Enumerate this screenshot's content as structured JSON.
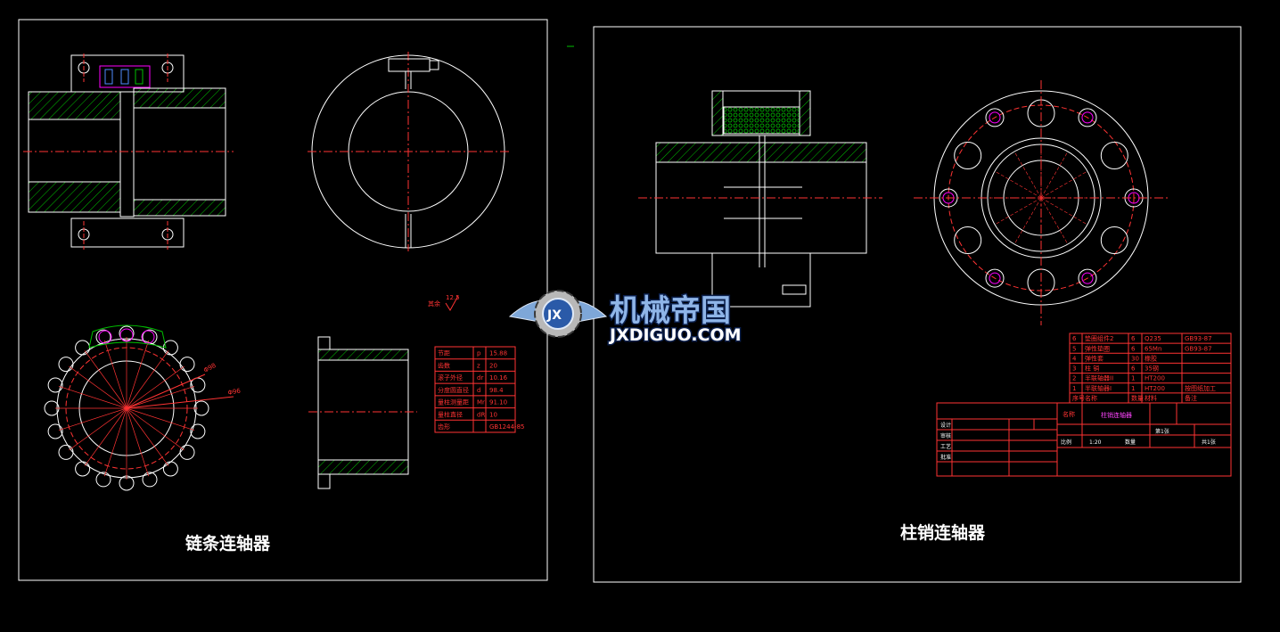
{
  "left_sheet": {
    "title": "链条连轴器",
    "roughness_note": "其余",
    "roughness_value": "12.5",
    "dim_1": "Φ98",
    "dim_2": "Φ96",
    "param_table": {
      "rows": [
        {
          "name": "节距",
          "symbol": "p",
          "value": "15.88"
        },
        {
          "name": "齿数",
          "symbol": "z",
          "value": "20"
        },
        {
          "name": "滚子外径",
          "symbol": "dr",
          "value": "10.16"
        },
        {
          "name": "分度圆直径",
          "symbol": "d",
          "value": "98.4"
        },
        {
          "name": "量柱测量距",
          "symbol": "Mr",
          "value": "91.10"
        },
        {
          "name": "量柱直径",
          "symbol": "dR",
          "value": "10"
        },
        {
          "name": "齿形",
          "symbol": "",
          "value": "GB1244-85"
        }
      ]
    }
  },
  "right_sheet": {
    "title": "柱销连轴器",
    "parts_list": {
      "rows": [
        {
          "no": "6",
          "name": "垫圈组件2",
          "qty": "6",
          "material": "Q235",
          "remark": "GB93-87"
        },
        {
          "no": "5",
          "name": "弹性垫圈",
          "qty": "6",
          "material": "65Mn",
          "remark": "GB93-87"
        },
        {
          "no": "4",
          "name": "弹性套",
          "qty": "30",
          "material": "橡胶",
          "remark": ""
        },
        {
          "no": "3",
          "name": "柱 销",
          "qty": "6",
          "material": "35钢",
          "remark": ""
        },
        {
          "no": "2",
          "name": "半联轴器II",
          "qty": "1",
          "material": "HT200",
          "remark": ""
        },
        {
          "no": "1",
          "name": "半联轴器I",
          "qty": "1",
          "material": "HT200",
          "remark": "按图纸加工"
        }
      ],
      "header": [
        "序号",
        "名称",
        "数量",
        "材料",
        "备注"
      ]
    },
    "title_block": {
      "drawing_name": "柱销连轴器",
      "unit_label": "名称",
      "scale_label": "比例",
      "scale_value": "1:20",
      "qty_label": "数量",
      "sheet_label": "共1张",
      "sheet_no": "第1张",
      "designer_label": "设计",
      "checker_label": "审核",
      "approver_label": "批准",
      "process_label": "工艺"
    }
  },
  "watermark": {
    "cn": "机械帝国",
    "en": "JXDIGUO.COM",
    "badge": "JX"
  },
  "colors": {
    "background": "#000000",
    "outline": "#ffffff",
    "hatch": "#00c000",
    "center_line": "#ff3333",
    "accent": "#ff00ff"
  }
}
